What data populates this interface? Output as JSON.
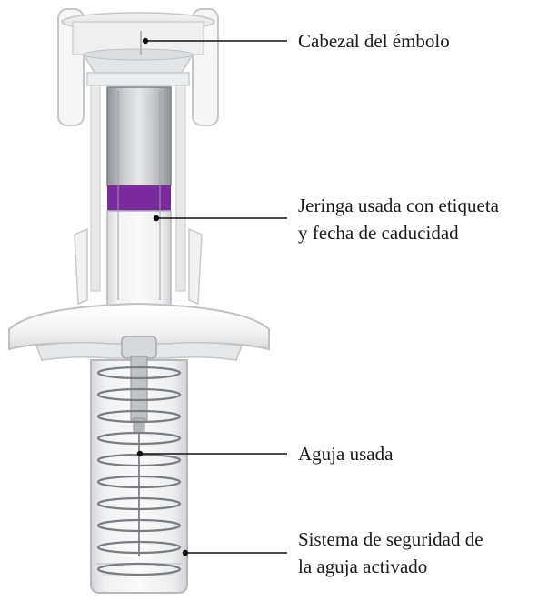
{
  "diagram": {
    "labels": {
      "plunger_head": [
        "Cabezal del émbolo"
      ],
      "syringe": [
        "Jeringa usada con etiqueta",
        "y fecha de caducidad"
      ],
      "needle": [
        "Aguja usada"
      ],
      "safety_system": [
        "Sistema de seguridad de",
        "la aguja activado"
      ]
    },
    "colors": {
      "syringe_label_band": "#7b2a9e",
      "leader_line": "#111111",
      "device_outline": "#b9bcc1",
      "flange_fill": "#f2f2f2"
    }
  }
}
